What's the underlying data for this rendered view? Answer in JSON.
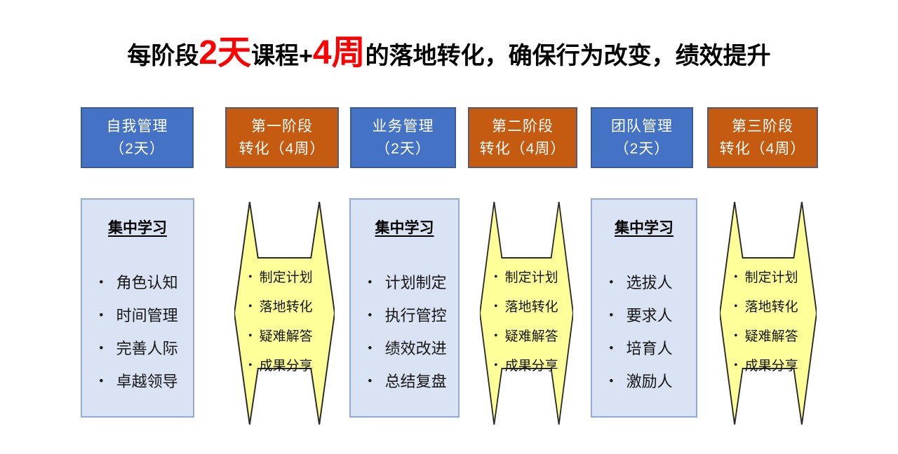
{
  "title": {
    "segments": [
      {
        "text": "每阶段",
        "style": "normal"
      },
      {
        "text": "2天",
        "style": "highlight"
      },
      {
        "text": "课程+",
        "style": "normal"
      },
      {
        "text": "4周",
        "style": "highlight"
      },
      {
        "text": "的落地转化，确保行为改变，绩效提升",
        "style": "normal"
      }
    ]
  },
  "colors": {
    "stage_blue": "#4472C4",
    "stage_orange": "#C55A11",
    "study_fill": "#DAE3F3",
    "study_border": "#8FAADC",
    "transfer_fill": "#FFFF99",
    "transfer_outline": "#2B2B2B",
    "title_highlight": "#FF0000",
    "title_text": "#000000"
  },
  "stage_headers": [
    {
      "line1": "自我管理",
      "line2": "（2天）",
      "variant": "blue"
    },
    {
      "line1": "第一阶段",
      "line2": "转化（4周）",
      "variant": "orange"
    },
    {
      "line1": "业务管理",
      "line2": "（2天）",
      "variant": "blue"
    },
    {
      "line1": "第二阶段",
      "line2": "转化（4周）",
      "variant": "orange"
    },
    {
      "line1": "团队管理",
      "line2": "（2天）",
      "variant": "blue"
    },
    {
      "line1": "第三阶段",
      "line2": "转化（4周）",
      "variant": "orange"
    }
  ],
  "study_columns": [
    {
      "title": "集中学习",
      "items": [
        "角色认知",
        "时间管理",
        "完善人际",
        "卓越领导"
      ]
    },
    {
      "title": "集中学习",
      "items": [
        "计划制定",
        "执行管控",
        "绩效改进",
        "总结复盘"
      ]
    },
    {
      "title": "集中学习",
      "items": [
        "选拔人",
        "要求人",
        "培育人",
        "激励人"
      ]
    }
  ],
  "transfer_columns": [
    {
      "items": [
        "制定计划",
        "落地转化",
        "疑难解答",
        "成果分享"
      ]
    },
    {
      "items": [
        "制定计划",
        "落地转化",
        "疑难解答",
        "成果分享"
      ]
    },
    {
      "items": [
        "制定计划",
        "落地转化",
        "疑难解答",
        "成果分享"
      ]
    }
  ]
}
